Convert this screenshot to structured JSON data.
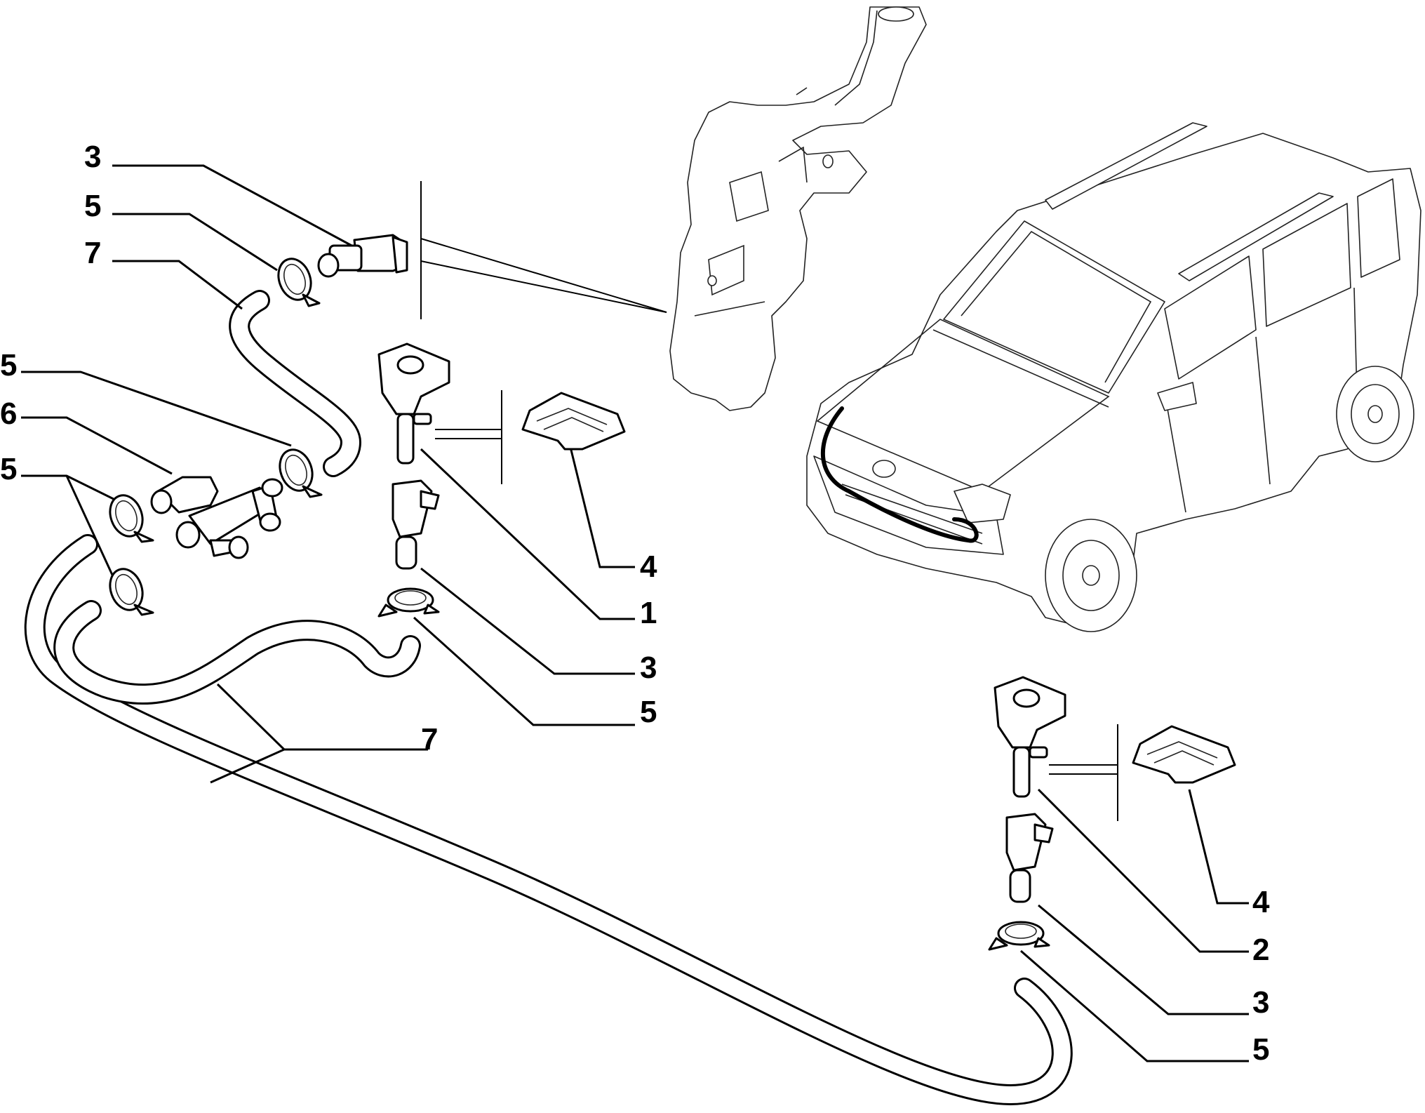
{
  "callouts": {
    "c3_top": "3",
    "c5_top": "5",
    "c7_top": "7",
    "c5_mid": "5",
    "c6": "6",
    "c5_low": "5",
    "c4_left": "4",
    "c1": "1",
    "c3_left": "3",
    "c5_left": "5",
    "c7_bottom": "7",
    "c4_right": "4",
    "c2": "2",
    "c3_right": "3",
    "c5_right": "5"
  }
}
